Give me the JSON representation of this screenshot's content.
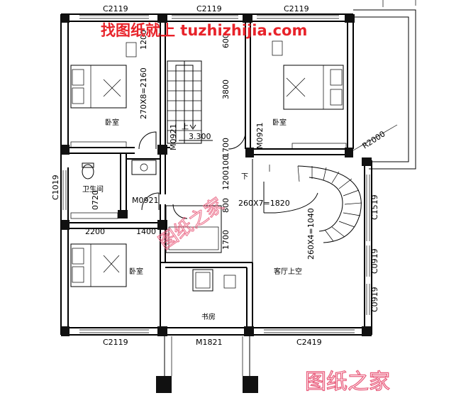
{
  "watermark": {
    "top": "找图纸就上 tuzhizhijia.com",
    "bottom": "图纸之家",
    "center": "图纸之家"
  },
  "windows": {
    "top_left": "C2119",
    "top_mid": "C2119",
    "top_right": "C2119",
    "bottom_left": "C2119",
    "bottom_right": "C2419",
    "left": "C1019",
    "right_1": "C1519",
    "right_2": "C0919",
    "right_3": "C0919"
  },
  "doors": {
    "left_door": "M0921",
    "mid_door": "M0921",
    "bath_door": "M0921",
    "bottom_door": "M1821"
  },
  "dimensions": {
    "d1200": "1200",
    "stair_left": "270X8=2160",
    "d3800": "3800",
    "d600": "600",
    "d1700_top": "1700",
    "d100": "100",
    "d1200_b": "1200",
    "d800": "800",
    "d1700_b": "1700",
    "d720": "0720",
    "d2200": "2200",
    "d1400": "1400",
    "stair_r1": "260X7=1820",
    "stair_r2": "260X4=1040",
    "r2000": "R2000"
  },
  "levels": {
    "floor": "3.300"
  },
  "stair_marks": {
    "up": "上",
    "down": "下"
  },
  "rooms": {
    "bed_tl": "卧室",
    "bed_tr": "卧室",
    "bed_bl": "卧室",
    "bath": "卫生间",
    "study": "书房",
    "void": "客厅上空"
  }
}
